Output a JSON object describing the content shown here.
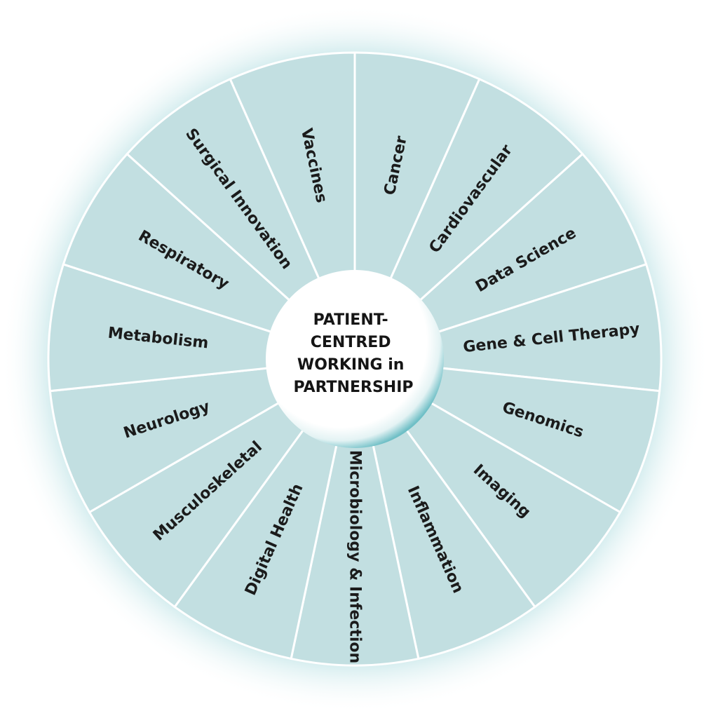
{
  "center": {
    "lines": [
      "PATIENT-",
      "CENTRED",
      "WORKING in",
      "PARTNERSHIP"
    ]
  },
  "segments": [
    {
      "label": "Cancer"
    },
    {
      "label": "Cardiovascular"
    },
    {
      "label": "Data Science"
    },
    {
      "label": "Gene & Cell Therapy"
    },
    {
      "label": "Genomics"
    },
    {
      "label": "Imaging"
    },
    {
      "label": "Inflammation"
    },
    {
      "label": "Microbiology & Infection"
    },
    {
      "label": "Digital Health"
    },
    {
      "label": "Musculoskeletal"
    },
    {
      "label": "Neurology"
    },
    {
      "label": "Metabolism"
    },
    {
      "label": "Respiratory"
    },
    {
      "label": "Surgical Innovation"
    },
    {
      "label": "Vaccines"
    }
  ],
  "colors": {
    "segment_fill": "#c2dfe1",
    "divider": "#ffffff",
    "glow": "#d8eef0",
    "center_edge": "#6fbfc6"
  }
}
